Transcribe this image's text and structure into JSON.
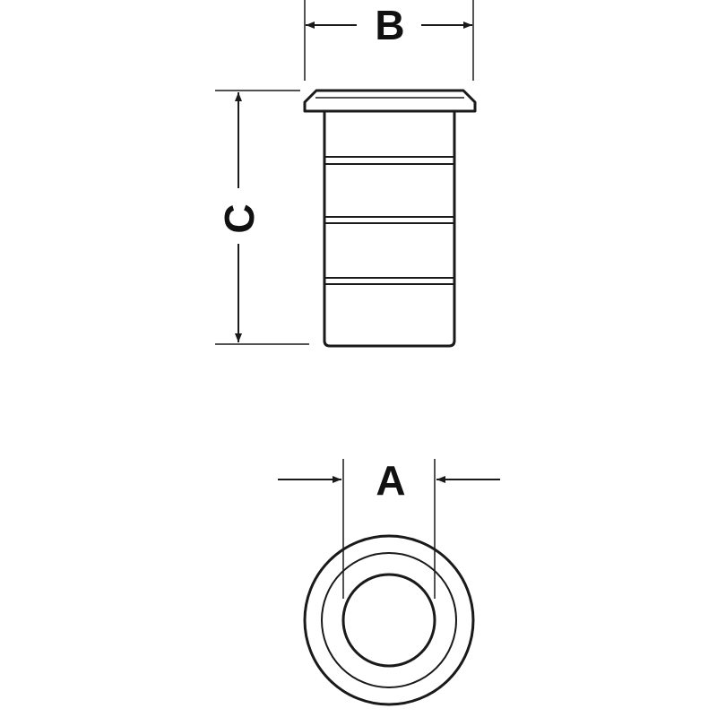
{
  "colors": {
    "line": "#1a1a1a",
    "background": "#ffffff"
  },
  "dimensions": {
    "a_label": "A",
    "b_label": "B",
    "c_label": "C"
  }
}
